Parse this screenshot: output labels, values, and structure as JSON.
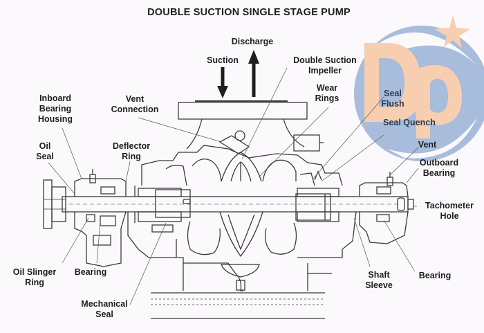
{
  "title": "DOUBLE SUCTION SINGLE STAGE PUMP",
  "flow_arrows": {
    "suction": "Suction",
    "discharge": "Discharge"
  },
  "labels": {
    "inboard_bearing_housing": "Inboard\nBearing\nHousing",
    "vent_connection": "Vent\nConnection",
    "double_suction_impeller": "Double Suction\nImpeller",
    "wear_rings": "Wear\nRings",
    "seal_flush": "Seal\nFlush",
    "seal_quench": "Seal Quench",
    "oil_seal": "Oil\nSeal",
    "deflector_ring": "Deflector\nRing",
    "vent": "Vent",
    "outboard_bearing": "Outboard\nBearing",
    "tachometer_hole": "Tachometer\nHole",
    "oil_slinger_ring": "Oil Slinger\nRing",
    "bearing_inboard": "Bearing",
    "mechanical_seal": "Mechanical\nSeal",
    "shaft_sleeve": "Shaft\nSleeve",
    "bearing_outboard": "Bearing"
  },
  "watermark": {
    "letters": "Dp",
    "colors": {
      "circle": "#a8bcdc",
      "letters": "#f7cfb0",
      "star": "#f7cfb0"
    }
  },
  "colors": {
    "line": "#3a3a3a",
    "text": "#1e1e1e",
    "background": "#fbf9fc"
  }
}
